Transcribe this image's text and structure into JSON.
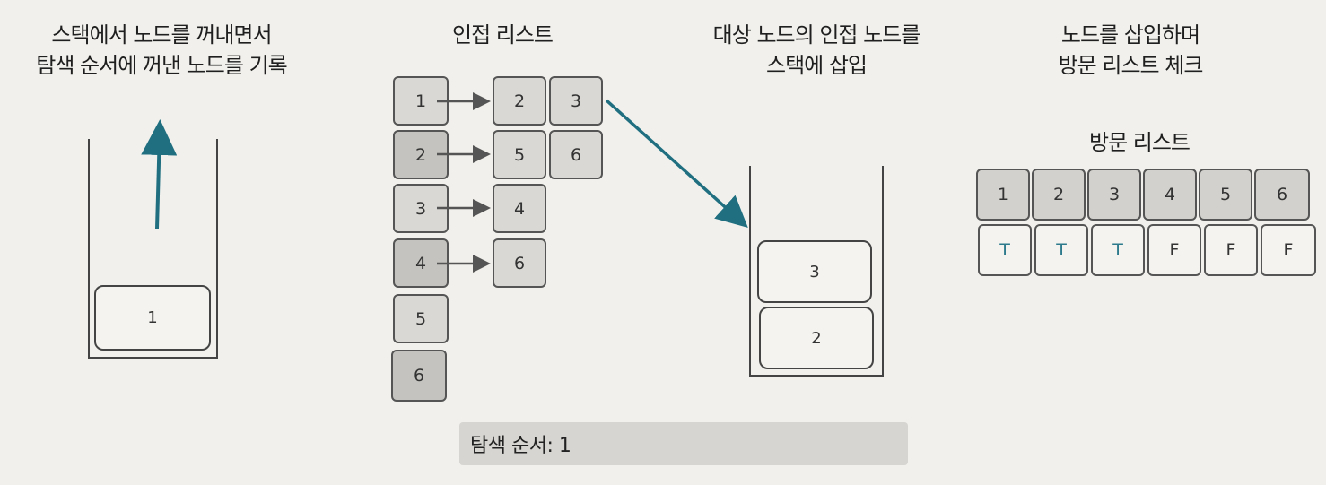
{
  "headings": {
    "pop_line1": "스택에서 노드를 꺼내면서",
    "pop_line2": "탐색 순서에 꺼낸 노드를 기록",
    "adjacency_title": "인접 리스트",
    "push_line1": "대상 노드의 인접 노드를",
    "push_line2": "스택에 삽입",
    "visit_line1": "노드를 삽입하며",
    "visit_line2": "방문 리스트 체크"
  },
  "left_stack": {
    "items": [
      "1"
    ]
  },
  "adjacency": {
    "nodes": [
      "1",
      "2",
      "3",
      "4",
      "5",
      "6"
    ],
    "neighbors": [
      [
        "2",
        "3"
      ],
      [
        "5",
        "6"
      ],
      [
        "4"
      ],
      [
        "6"
      ],
      [],
      []
    ]
  },
  "right_stack": {
    "items_top_to_bottom": [
      "3",
      "2"
    ]
  },
  "visited": {
    "title": "방문 리스트",
    "nodes": [
      "1",
      "2",
      "3",
      "4",
      "5",
      "6"
    ],
    "flags": [
      "T",
      "T",
      "T",
      "F",
      "F",
      "F"
    ]
  },
  "search_order": {
    "label": "탐색 순서: 1"
  },
  "colors": {
    "arrow": "#1f6f80",
    "visited_true": "#2c7a8c"
  }
}
